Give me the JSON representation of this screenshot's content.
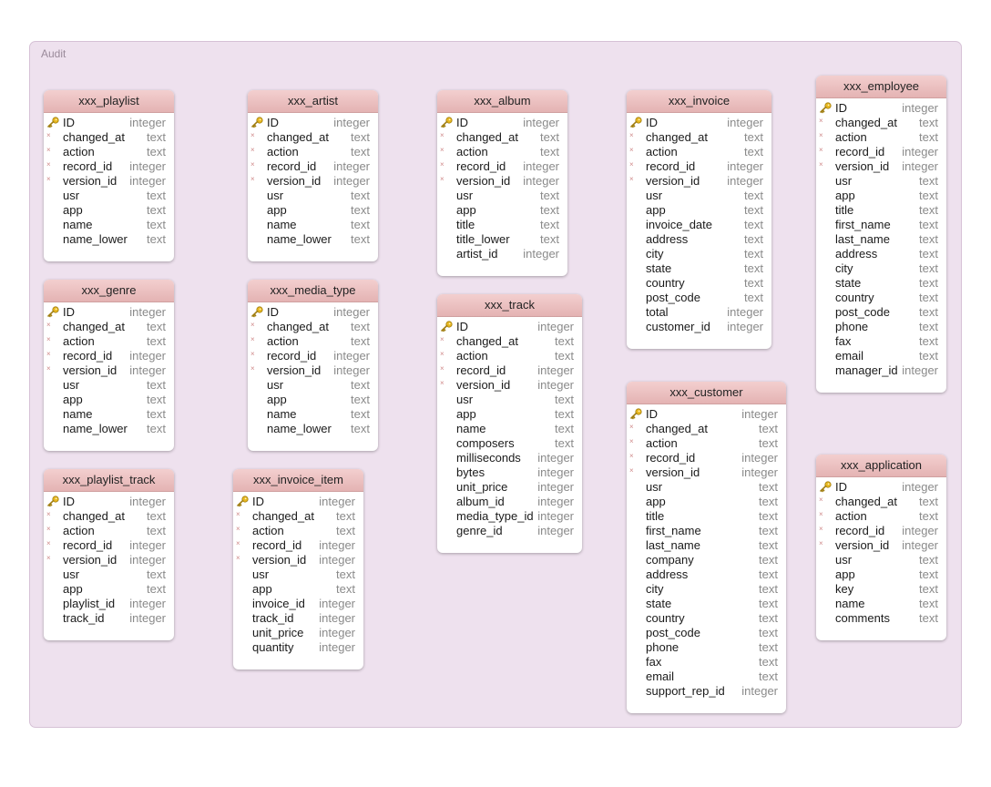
{
  "group": {
    "label": "Audit"
  },
  "colors": {
    "group_fill": "#eee1ee",
    "header": "#e9bcbc",
    "type_text": "#8a8a8a"
  },
  "icons": {
    "primary_key": "key-icon",
    "not_null": "not-null-marker-icon"
  },
  "entities": [
    {
      "name": "xxx_playlist",
      "fields": [
        {
          "name": "ID",
          "type": "integer",
          "marker": "pk"
        },
        {
          "name": "changed_at",
          "type": "text",
          "marker": "nn"
        },
        {
          "name": "action",
          "type": "text",
          "marker": "nn"
        },
        {
          "name": "record_id",
          "type": "integer",
          "marker": "nn"
        },
        {
          "name": "version_id",
          "type": "integer",
          "marker": "nn"
        },
        {
          "name": "usr",
          "type": "text",
          "marker": ""
        },
        {
          "name": "app",
          "type": "text",
          "marker": ""
        },
        {
          "name": "name",
          "type": "text",
          "marker": ""
        },
        {
          "name": "name_lower",
          "type": "text",
          "marker": ""
        }
      ]
    },
    {
      "name": "xxx_artist",
      "fields": [
        {
          "name": "ID",
          "type": "integer",
          "marker": "pk"
        },
        {
          "name": "changed_at",
          "type": "text",
          "marker": "nn"
        },
        {
          "name": "action",
          "type": "text",
          "marker": "nn"
        },
        {
          "name": "record_id",
          "type": "integer",
          "marker": "nn"
        },
        {
          "name": "version_id",
          "type": "integer",
          "marker": "nn"
        },
        {
          "name": "usr",
          "type": "text",
          "marker": ""
        },
        {
          "name": "app",
          "type": "text",
          "marker": ""
        },
        {
          "name": "name",
          "type": "text",
          "marker": ""
        },
        {
          "name": "name_lower",
          "type": "text",
          "marker": ""
        }
      ]
    },
    {
      "name": "xxx_album",
      "fields": [
        {
          "name": "ID",
          "type": "integer",
          "marker": "pk"
        },
        {
          "name": "changed_at",
          "type": "text",
          "marker": "nn"
        },
        {
          "name": "action",
          "type": "text",
          "marker": "nn"
        },
        {
          "name": "record_id",
          "type": "integer",
          "marker": "nn"
        },
        {
          "name": "version_id",
          "type": "integer",
          "marker": "nn"
        },
        {
          "name": "usr",
          "type": "text",
          "marker": ""
        },
        {
          "name": "app",
          "type": "text",
          "marker": ""
        },
        {
          "name": "title",
          "type": "text",
          "marker": ""
        },
        {
          "name": "title_lower",
          "type": "text",
          "marker": ""
        },
        {
          "name": "artist_id",
          "type": "integer",
          "marker": ""
        }
      ]
    },
    {
      "name": "xxx_invoice",
      "fields": [
        {
          "name": "ID",
          "type": "integer",
          "marker": "pk"
        },
        {
          "name": "changed_at",
          "type": "text",
          "marker": "nn"
        },
        {
          "name": "action",
          "type": "text",
          "marker": "nn"
        },
        {
          "name": "record_id",
          "type": "integer",
          "marker": "nn"
        },
        {
          "name": "version_id",
          "type": "integer",
          "marker": "nn"
        },
        {
          "name": "usr",
          "type": "text",
          "marker": ""
        },
        {
          "name": "app",
          "type": "text",
          "marker": ""
        },
        {
          "name": "invoice_date",
          "type": "text",
          "marker": ""
        },
        {
          "name": "address",
          "type": "text",
          "marker": ""
        },
        {
          "name": "city",
          "type": "text",
          "marker": ""
        },
        {
          "name": "state",
          "type": "text",
          "marker": ""
        },
        {
          "name": "country",
          "type": "text",
          "marker": ""
        },
        {
          "name": "post_code",
          "type": "text",
          "marker": ""
        },
        {
          "name": "total",
          "type": "integer",
          "marker": ""
        },
        {
          "name": "customer_id",
          "type": "integer",
          "marker": ""
        }
      ]
    },
    {
      "name": "xxx_employee",
      "fields": [
        {
          "name": "ID",
          "type": "integer",
          "marker": "pk"
        },
        {
          "name": "changed_at",
          "type": "text",
          "marker": "nn"
        },
        {
          "name": "action",
          "type": "text",
          "marker": "nn"
        },
        {
          "name": "record_id",
          "type": "integer",
          "marker": "nn"
        },
        {
          "name": "version_id",
          "type": "integer",
          "marker": "nn"
        },
        {
          "name": "usr",
          "type": "text",
          "marker": ""
        },
        {
          "name": "app",
          "type": "text",
          "marker": ""
        },
        {
          "name": "title",
          "type": "text",
          "marker": ""
        },
        {
          "name": "first_name",
          "type": "text",
          "marker": ""
        },
        {
          "name": "last_name",
          "type": "text",
          "marker": ""
        },
        {
          "name": "address",
          "type": "text",
          "marker": ""
        },
        {
          "name": "city",
          "type": "text",
          "marker": ""
        },
        {
          "name": "state",
          "type": "text",
          "marker": ""
        },
        {
          "name": "country",
          "type": "text",
          "marker": ""
        },
        {
          "name": "post_code",
          "type": "text",
          "marker": ""
        },
        {
          "name": "phone",
          "type": "text",
          "marker": ""
        },
        {
          "name": "fax",
          "type": "text",
          "marker": ""
        },
        {
          "name": "email",
          "type": "text",
          "marker": ""
        },
        {
          "name": "manager_id",
          "type": "integer",
          "marker": ""
        }
      ]
    },
    {
      "name": "xxx_genre",
      "fields": [
        {
          "name": "ID",
          "type": "integer",
          "marker": "pk"
        },
        {
          "name": "changed_at",
          "type": "text",
          "marker": "nn"
        },
        {
          "name": "action",
          "type": "text",
          "marker": "nn"
        },
        {
          "name": "record_id",
          "type": "integer",
          "marker": "nn"
        },
        {
          "name": "version_id",
          "type": "integer",
          "marker": "nn"
        },
        {
          "name": "usr",
          "type": "text",
          "marker": ""
        },
        {
          "name": "app",
          "type": "text",
          "marker": ""
        },
        {
          "name": "name",
          "type": "text",
          "marker": ""
        },
        {
          "name": "name_lower",
          "type": "text",
          "marker": ""
        }
      ]
    },
    {
      "name": "xxx_media_type",
      "fields": [
        {
          "name": "ID",
          "type": "integer",
          "marker": "pk"
        },
        {
          "name": "changed_at",
          "type": "text",
          "marker": "nn"
        },
        {
          "name": "action",
          "type": "text",
          "marker": "nn"
        },
        {
          "name": "record_id",
          "type": "integer",
          "marker": "nn"
        },
        {
          "name": "version_id",
          "type": "integer",
          "marker": "nn"
        },
        {
          "name": "usr",
          "type": "text",
          "marker": ""
        },
        {
          "name": "app",
          "type": "text",
          "marker": ""
        },
        {
          "name": "name",
          "type": "text",
          "marker": ""
        },
        {
          "name": "name_lower",
          "type": "text",
          "marker": ""
        }
      ]
    },
    {
      "name": "xxx_track",
      "fields": [
        {
          "name": "ID",
          "type": "integer",
          "marker": "pk"
        },
        {
          "name": "changed_at",
          "type": "text",
          "marker": "nn"
        },
        {
          "name": "action",
          "type": "text",
          "marker": "nn"
        },
        {
          "name": "record_id",
          "type": "integer",
          "marker": "nn"
        },
        {
          "name": "version_id",
          "type": "integer",
          "marker": "nn"
        },
        {
          "name": "usr",
          "type": "text",
          "marker": ""
        },
        {
          "name": "app",
          "type": "text",
          "marker": ""
        },
        {
          "name": "name",
          "type": "text",
          "marker": ""
        },
        {
          "name": "composers",
          "type": "text",
          "marker": ""
        },
        {
          "name": "milliseconds",
          "type": "integer",
          "marker": ""
        },
        {
          "name": "bytes",
          "type": "integer",
          "marker": ""
        },
        {
          "name": "unit_price",
          "type": "integer",
          "marker": ""
        },
        {
          "name": "album_id",
          "type": "integer",
          "marker": ""
        },
        {
          "name": "media_type_id",
          "type": "integer",
          "marker": ""
        },
        {
          "name": "genre_id",
          "type": "integer",
          "marker": ""
        }
      ]
    },
    {
      "name": "xxx_customer",
      "fields": [
        {
          "name": "ID",
          "type": "integer",
          "marker": "pk"
        },
        {
          "name": "changed_at",
          "type": "text",
          "marker": "nn"
        },
        {
          "name": "action",
          "type": "text",
          "marker": "nn"
        },
        {
          "name": "record_id",
          "type": "integer",
          "marker": "nn"
        },
        {
          "name": "version_id",
          "type": "integer",
          "marker": "nn"
        },
        {
          "name": "usr",
          "type": "text",
          "marker": ""
        },
        {
          "name": "app",
          "type": "text",
          "marker": ""
        },
        {
          "name": "title",
          "type": "text",
          "marker": ""
        },
        {
          "name": "first_name",
          "type": "text",
          "marker": ""
        },
        {
          "name": "last_name",
          "type": "text",
          "marker": ""
        },
        {
          "name": "company",
          "type": "text",
          "marker": ""
        },
        {
          "name": "address",
          "type": "text",
          "marker": ""
        },
        {
          "name": "city",
          "type": "text",
          "marker": ""
        },
        {
          "name": "state",
          "type": "text",
          "marker": ""
        },
        {
          "name": "country",
          "type": "text",
          "marker": ""
        },
        {
          "name": "post_code",
          "type": "text",
          "marker": ""
        },
        {
          "name": "phone",
          "type": "text",
          "marker": ""
        },
        {
          "name": "fax",
          "type": "text",
          "marker": ""
        },
        {
          "name": "email",
          "type": "text",
          "marker": ""
        },
        {
          "name": "support_rep_id",
          "type": "integer",
          "marker": ""
        }
      ]
    },
    {
      "name": "xxx_playlist_track",
      "fields": [
        {
          "name": "ID",
          "type": "integer",
          "marker": "pk"
        },
        {
          "name": "changed_at",
          "type": "text",
          "marker": "nn"
        },
        {
          "name": "action",
          "type": "text",
          "marker": "nn"
        },
        {
          "name": "record_id",
          "type": "integer",
          "marker": "nn"
        },
        {
          "name": "version_id",
          "type": "integer",
          "marker": "nn"
        },
        {
          "name": "usr",
          "type": "text",
          "marker": ""
        },
        {
          "name": "app",
          "type": "text",
          "marker": ""
        },
        {
          "name": "playlist_id",
          "type": "integer",
          "marker": ""
        },
        {
          "name": "track_id",
          "type": "integer",
          "marker": ""
        }
      ]
    },
    {
      "name": "xxx_invoice_item",
      "fields": [
        {
          "name": "ID",
          "type": "integer",
          "marker": "pk"
        },
        {
          "name": "changed_at",
          "type": "text",
          "marker": "nn"
        },
        {
          "name": "action",
          "type": "text",
          "marker": "nn"
        },
        {
          "name": "record_id",
          "type": "integer",
          "marker": "nn"
        },
        {
          "name": "version_id",
          "type": "integer",
          "marker": "nn"
        },
        {
          "name": "usr",
          "type": "text",
          "marker": ""
        },
        {
          "name": "app",
          "type": "text",
          "marker": ""
        },
        {
          "name": "invoice_id",
          "type": "integer",
          "marker": ""
        },
        {
          "name": "track_id",
          "type": "integer",
          "marker": ""
        },
        {
          "name": "unit_price",
          "type": "integer",
          "marker": ""
        },
        {
          "name": "quantity",
          "type": "integer",
          "marker": ""
        }
      ]
    },
    {
      "name": "xxx_application",
      "fields": [
        {
          "name": "ID",
          "type": "integer",
          "marker": "pk"
        },
        {
          "name": "changed_at",
          "type": "text",
          "marker": "nn"
        },
        {
          "name": "action",
          "type": "text",
          "marker": "nn"
        },
        {
          "name": "record_id",
          "type": "integer",
          "marker": "nn"
        },
        {
          "name": "version_id",
          "type": "integer",
          "marker": "nn"
        },
        {
          "name": "usr",
          "type": "text",
          "marker": ""
        },
        {
          "name": "app",
          "type": "text",
          "marker": ""
        },
        {
          "name": "key",
          "type": "text",
          "marker": ""
        },
        {
          "name": "name",
          "type": "text",
          "marker": ""
        },
        {
          "name": "comments",
          "type": "text",
          "marker": ""
        }
      ]
    }
  ]
}
